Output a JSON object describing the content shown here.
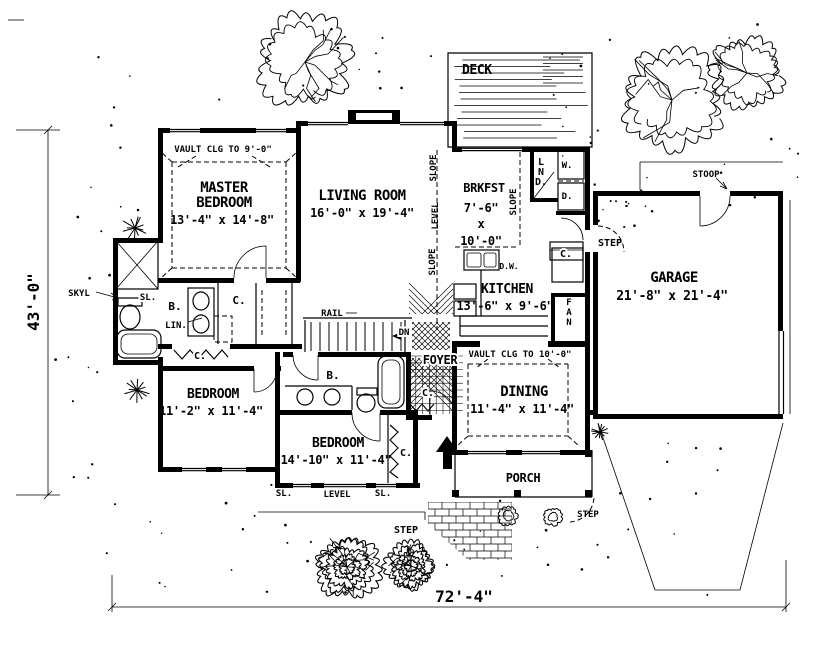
{
  "plan": {
    "dim_width": "72'-4\"",
    "dim_height": "43'-0\"",
    "deck": "DECK",
    "porch": "PORCH",
    "foyer": "FOYER",
    "laundry": "LND.",
    "master": {
      "l1": "MASTER",
      "l2": "BEDROOM",
      "dims": "13'-4\" x 14'-8\"",
      "vault": "VAULT CLG TO 9'-0\""
    },
    "living": {
      "l1": "LIVING ROOM",
      "dims": "16'-0\" x 19'-4\""
    },
    "brkfst": {
      "l1": "BRKFST",
      "d1": "7'-6\"",
      "d2": "x",
      "d3": "10'-0\""
    },
    "kitchen": {
      "l1": "KITCHEN",
      "dims": "13'-6\" x 9'-6\""
    },
    "garage": {
      "l1": "GARAGE",
      "dims": "21'-8\" x 21'-4\""
    },
    "dining": {
      "l1": "DINING",
      "dims": "11'-4\" x 11'-4\"",
      "vault": "VAULT CLG TO 10'-0\""
    },
    "bed1": {
      "l1": "BEDROOM",
      "dims": "11'-2\" x 11'-4\""
    },
    "bed2": {
      "l1": "BEDROOM",
      "dims": "14'-10\" x 11'-4\""
    },
    "tags": {
      "rail": "RAIL",
      "dn": "DN",
      "washer": "W.",
      "dryer": "D.",
      "dw": "D.W.",
      "fan": "FAN",
      "stoop": "STOOP",
      "step": "STEP",
      "skyl": "SKYL",
      "sl": "SL.",
      "bath": "B.",
      "lin": "LIN.",
      "closet": "C.",
      "level": "LEVEL",
      "slope": "SLOPE"
    }
  }
}
